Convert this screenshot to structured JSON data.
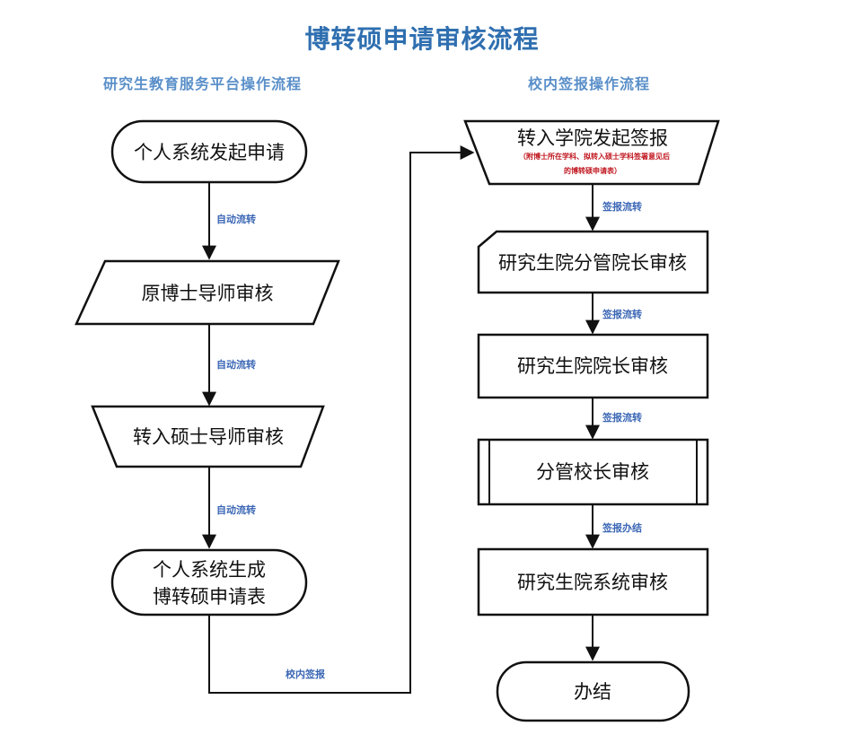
{
  "title": "博转硕申请审核流程",
  "lanes": {
    "left": "研究生教育服务平台操作流程",
    "right": "校内签报操作流程"
  },
  "nodes": {
    "n1": "个人系统发起申请",
    "n2": "原博士导师审核",
    "n3": "转入硕士导师审核",
    "n4_line1": "个人系统生成",
    "n4_line2": "博转硕申请表",
    "r1": "转入学院发起签报",
    "r1_note_line1": "（附博士所在学科、拟转入硕士学科签署意见后",
    "r1_note_line2": "的博转硕申请表）",
    "r2": "研究生院分管院长审核",
    "r3": "研究生院院长审核",
    "r4": "分管校长审核",
    "r5": "研究生院系统审核",
    "r6": "办结"
  },
  "edges": {
    "e1": "自动流转",
    "e2": "自动流转",
    "e3": "自动流转",
    "e4": "校内签报",
    "e5": "签报流转",
    "e6": "签报流转",
    "e7": "签报流转",
    "e8": "签报办结"
  },
  "colors": {
    "title": "#2f6fb0",
    "lane": "#5a8fc9",
    "edge_label": "#3a66b5",
    "note": "#c0161e",
    "stroke": "#111111"
  }
}
